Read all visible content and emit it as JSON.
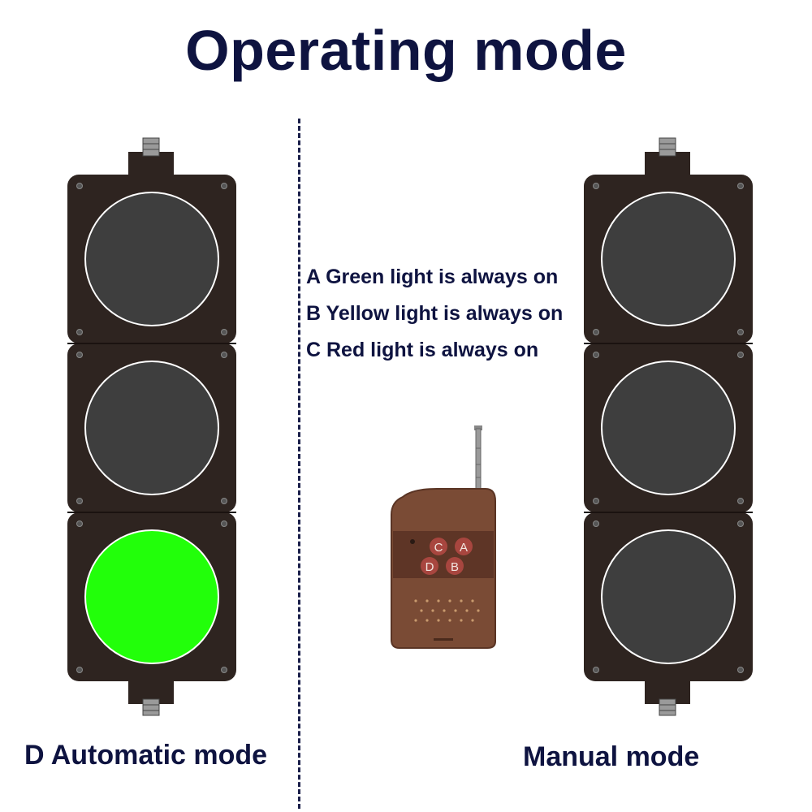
{
  "title": "Operating mode",
  "legend": [
    "A Green light is always on",
    "B Yellow light is always on",
    "C Red light is always on"
  ],
  "left_mode_label": "D Automatic mode",
  "right_mode_label": "Manual mode",
  "remote": {
    "buttons": [
      "C",
      "A",
      "D",
      "B"
    ]
  },
  "colors": {
    "text": "#0e1340",
    "housing": "#2e2420",
    "lamp_off": "#3e3e3e",
    "lamp_green": "#22ff0a",
    "remote_body": "#7a4b35"
  },
  "lights": {
    "left": {
      "top": "off",
      "middle": "off",
      "bottom": "green"
    },
    "right": {
      "top": "off",
      "middle": "off",
      "bottom": "off"
    }
  }
}
